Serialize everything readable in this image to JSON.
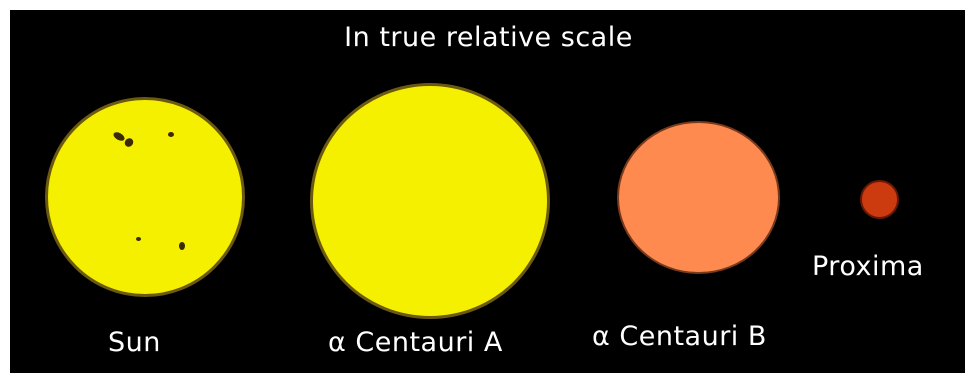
{
  "title": "In true relative scale",
  "stars": [
    {
      "name": "Sun",
      "color": "#f5f000"
    },
    {
      "name": "α Centauri A",
      "color": "#f5f000"
    },
    {
      "name": "α Centauri B",
      "color": "#ff8a50"
    },
    {
      "name": "Proxima",
      "color": "#cc3a10"
    }
  ],
  "background_color": "#000000",
  "sunspots_icon": "sunspots-icon"
}
